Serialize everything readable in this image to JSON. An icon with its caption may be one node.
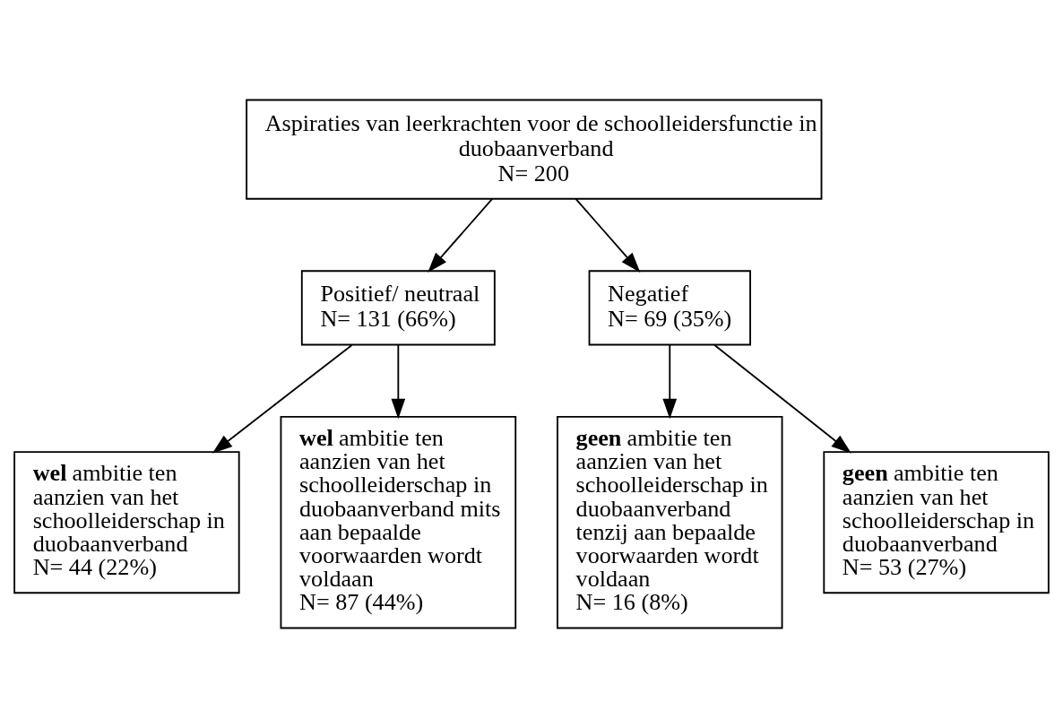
{
  "diagram": {
    "nodes": [
      {
        "text": [
          "Aspiraties van leerkrachten voor de schoolleidersfunctie in duobaanverband",
          "N= 200"
        ]
      },
      {
        "text": [
          "Positief/ neutraal",
          "N= 131 (66%)"
        ]
      },
      {
        "text": [
          "Negatief",
          "N= 69 (35%)"
        ]
      },
      {
        "text": [
          "**wel** ambitie ten aanzien van het schoolleiderschap in duobaanverband",
          "N= 44 (22%)"
        ]
      },
      {
        "text": [
          "**wel** ambitie ten aanzien van het schoolleiderschap in duobaanverband mits aan bepaalde voorwaarden wordt voldaan",
          "N= 87 (44%)"
        ]
      },
      {
        "text": [
          "**geen** ambitie ten aanzien van het schoolleiderschap in duobaanverband tenzij aan bepaalde voorwaarden wordt voldaan",
          "N= 16 (8%)"
        ]
      },
      {
        "text": [
          "**geen** ambitie ten aanzien van het schoolleiderschap in duobaanverband",
          "N= 53 (27%)"
        ]
      }
    ],
    "edges": [
      {
        "from": 0,
        "to": 1,
        "arrow": "to"
      },
      {
        "from": 0,
        "to": 2,
        "arrow": "to"
      },
      {
        "from": 1,
        "to": 3,
        "arrow": "to"
      },
      {
        "from": 1,
        "to": 4,
        "arrow": "to"
      },
      {
        "from": 2,
        "to": 5,
        "arrow": "to"
      },
      {
        "from": 2,
        "to": 6,
        "arrow": "to"
      }
    ]
  }
}
